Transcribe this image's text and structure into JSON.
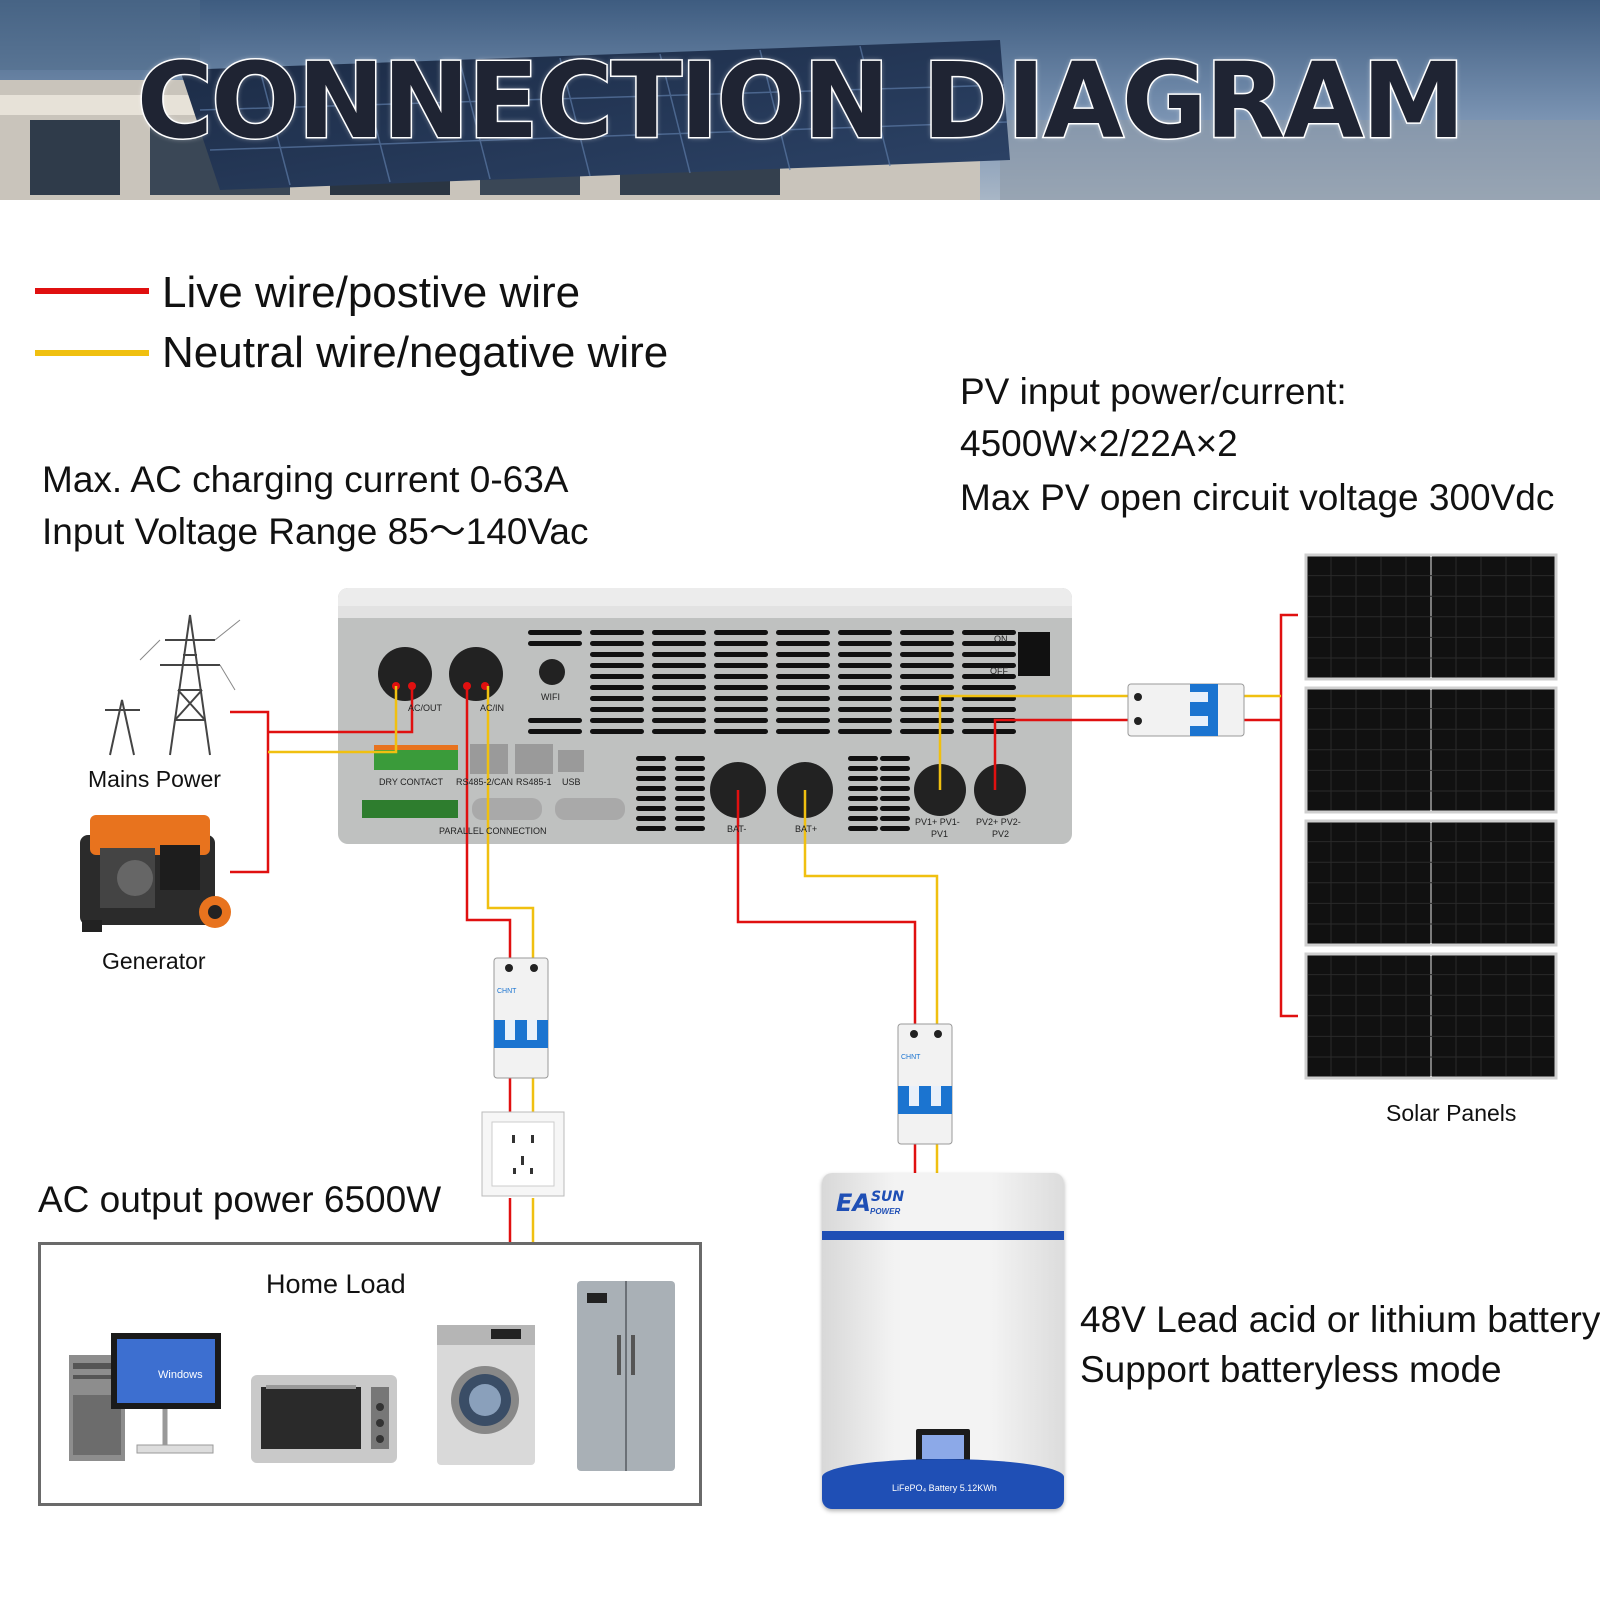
{
  "header": {
    "title": "CONNECTION DIAGRAM"
  },
  "legend": {
    "live": {
      "label": "Live wire/postive wire",
      "color": "#e01010"
    },
    "neutral": {
      "label": "Neutral wire/negative wire",
      "color": "#f0c010"
    }
  },
  "ac_specs": {
    "charging": "Max. AC charging current 0-63A",
    "voltage": "Input Voltage Range 85～140Vac"
  },
  "pv_specs": {
    "power_label": "PV input power/current:",
    "power_value": "4500W×2/22A×2",
    "voltage": "Max PV open circuit voltage 300Vdc"
  },
  "sources": {
    "mains": "Mains Power",
    "generator": "Generator"
  },
  "inverter": {
    "ac_out": "AC/OUT",
    "ac_in": "AC/IN",
    "wifi": "WIFI",
    "on": "ON",
    "off": "OFF",
    "dry_contact": "DRY CONTACT",
    "rs485_can": "RS485-2/CAN",
    "rs485_1": "RS485-1",
    "usb": "USB",
    "parallel": "PARALLEL CONNECTION",
    "bat_neg": "BAT-",
    "bat_pos": "BAT+",
    "pv1_terms": "PV1+ PV1-",
    "pv1": "PV1",
    "pv2_terms": "PV2+ PV2-",
    "pv2": "PV2"
  },
  "breaker": {
    "brand": "CHNT"
  },
  "solar": {
    "caption": "Solar Panels"
  },
  "ac_output": {
    "label": "AC output power 6500W"
  },
  "home": {
    "title": "Home Load",
    "screen_text": "Windows"
  },
  "battery": {
    "brand_main": "EA",
    "brand_sun": "SUN",
    "brand_power": "POWER",
    "model": "LiFePO₄ Battery 5.12KWh",
    "desc_line1": "48V Lead acid or lithium battery",
    "desc_line2": "Support batteryless mode"
  }
}
